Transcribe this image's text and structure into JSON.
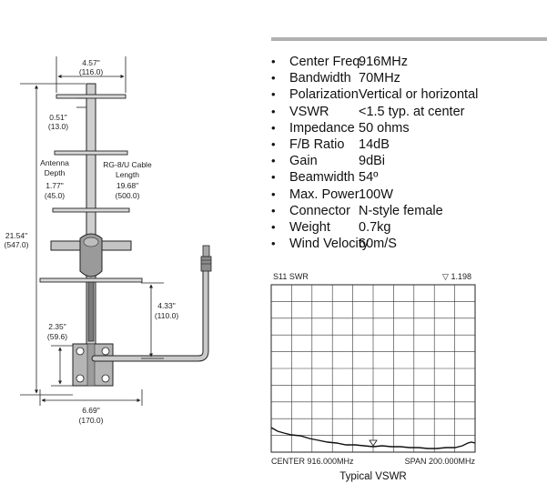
{
  "diagram": {
    "dimensions": {
      "top_width": "4.57\"",
      "top_width_mm": "(116.0)",
      "spacing": "0.51\"",
      "spacing_mm": "(13.0)",
      "total_height": "21.54\"",
      "total_height_mm": "(547.0)",
      "cable_drop": "4.33\"",
      "cable_drop_mm": "(110.0)",
      "bracket_height": "2.35\"",
      "bracket_height_mm": "(59.6)",
      "base_width": "6.69\"",
      "base_width_mm": "(170.0)"
    },
    "labels": {
      "antenna_depth_l1": "Antenna",
      "antenna_depth_l2": "Depth",
      "antenna_depth_val": "1.77\"",
      "antenna_depth_mm": "(45.0)",
      "cable_l1": "RG-8/U Cable",
      "cable_l2": "Length",
      "cable_val": "19.68\"",
      "cable_mm": "(500.0)"
    }
  },
  "specs": [
    {
      "name": "Center Freq.",
      "value": "916MHz"
    },
    {
      "name": "Bandwidth",
      "value": "70MHz"
    },
    {
      "name": "Polarization",
      "value": "Vertical or horizontal"
    },
    {
      "name": "VSWR",
      "value": "<1.5 typ. at center"
    },
    {
      "name": "Impedance",
      "value": "50 ohms"
    },
    {
      "name": "F/B Ratio",
      "value": "14dB"
    },
    {
      "name": "Gain",
      "value": "9dBi"
    },
    {
      "name": "Beamwidth",
      "value": "54º"
    },
    {
      "name": "Max. Power",
      "value": "100W"
    },
    {
      "name": "Connector",
      "value": "N-style female"
    },
    {
      "name": "Weight",
      "value": "0.7kg"
    },
    {
      "name": "Wind Velocity",
      "value": "60m/S"
    }
  ],
  "bullet_char": "•",
  "vswr_chart": {
    "title": "S11 SWR",
    "marker_readout": "▽ 1.198",
    "center_label": "CENTER 916.000MHz",
    "span_label": "SPAN 200.000MHz",
    "caption": "Typical VSWR"
  }
}
